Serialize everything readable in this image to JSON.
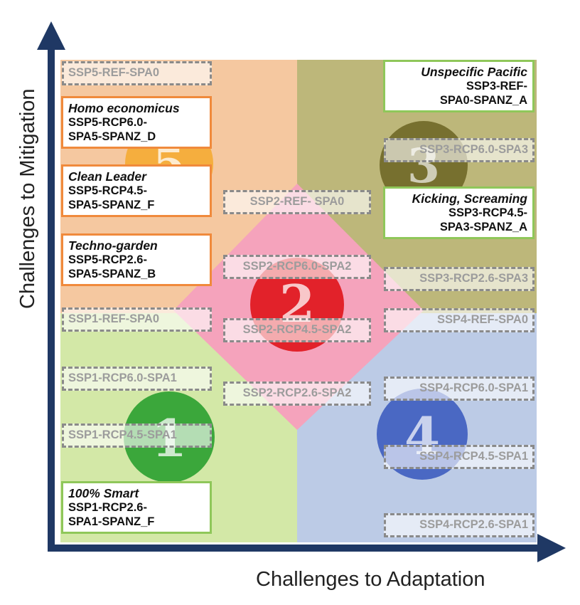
{
  "axes": {
    "x_label": "Challenges to Adaptation",
    "y_label": "Challenges to Mitigation"
  },
  "colors": {
    "ssp1_region": "#d3e8a7",
    "ssp2_region": "#f5a3bc",
    "ssp3_region": "#bdb77a",
    "ssp4_region": "#bccbe6",
    "ssp5_region": "#f5c8a0",
    "axis": "#1f3864",
    "solid_border_ssp5": "#f08a3c",
    "solid_border_ssp1_ssp3": "#8fc75a",
    "dashed_border": "#8a8a8a"
  },
  "circles": [
    {
      "id": "ssp1",
      "number": "1",
      "color": "#3ba73b"
    },
    {
      "id": "ssp2",
      "number": "2",
      "color": "#e2222a"
    },
    {
      "id": "ssp3",
      "number": "3",
      "color": "#77702f"
    },
    {
      "id": "ssp4",
      "number": "4",
      "color": "#4a68c3"
    },
    {
      "id": "ssp5",
      "number": "5",
      "color": "#f5a623"
    }
  ],
  "dashed_labels": {
    "ssp5_ref": "SSP5-REF-SPA0",
    "ssp2_ref": "SSP2-REF- SPA0",
    "ssp2_rcp60": "SSP2-RCP6.0-SPA2",
    "ssp2_rcp45": "SSP2-RCP4.5-SPA2",
    "ssp2_rcp26": "SSP2-RCP2.6-SPA2",
    "ssp1_ref": "SSP1-REF-SPA0",
    "ssp1_rcp60": "SSP1-RCP6.0-SPA1",
    "ssp1_rcp45": "SSP1-RCP4.5-SPA1",
    "ssp3_rcp60": "SSP3-RCP6.0-SPA3",
    "ssp3_rcp26": "SSP3-RCP2.6-SPA3",
    "ssp4_ref": "SSP4-REF-SPA0",
    "ssp4_rcp60": "SSP4-RCP6.0-SPA1",
    "ssp4_rcp45": "SSP4-RCP4.5-SPA1",
    "ssp4_rcp26": "SSP4-RCP2.6-SPA1"
  },
  "scenario_boxes": {
    "homo_economicus": {
      "name": "Homo economicus",
      "line1": "SSP5-RCP6.0-",
      "line2": "SPA5-SPANZ_D"
    },
    "clean_leader": {
      "name": "Clean Leader",
      "line1": "SSP5-RCP4.5-",
      "line2": "SPA5-SPANZ_F"
    },
    "techno_garden": {
      "name": "Techno-garden",
      "line1": "SSP5-RCP2.6-",
      "line2": "SPA5-SPANZ_B"
    },
    "smart_100": {
      "name": "100% Smart",
      "line1": "SSP1-RCP2.6-",
      "line2": "SPA1-SPANZ_F"
    },
    "unspecific_pacific": {
      "name": "Unspecific Pacific",
      "line1": "SSP3-REF-",
      "line2": "SPA0-SPANZ_A"
    },
    "kicking_screaming": {
      "name": "Kicking, Screaming",
      "line1": "SSP3-RCP4.5-",
      "line2": "SPA3-SPANZ_A"
    }
  }
}
